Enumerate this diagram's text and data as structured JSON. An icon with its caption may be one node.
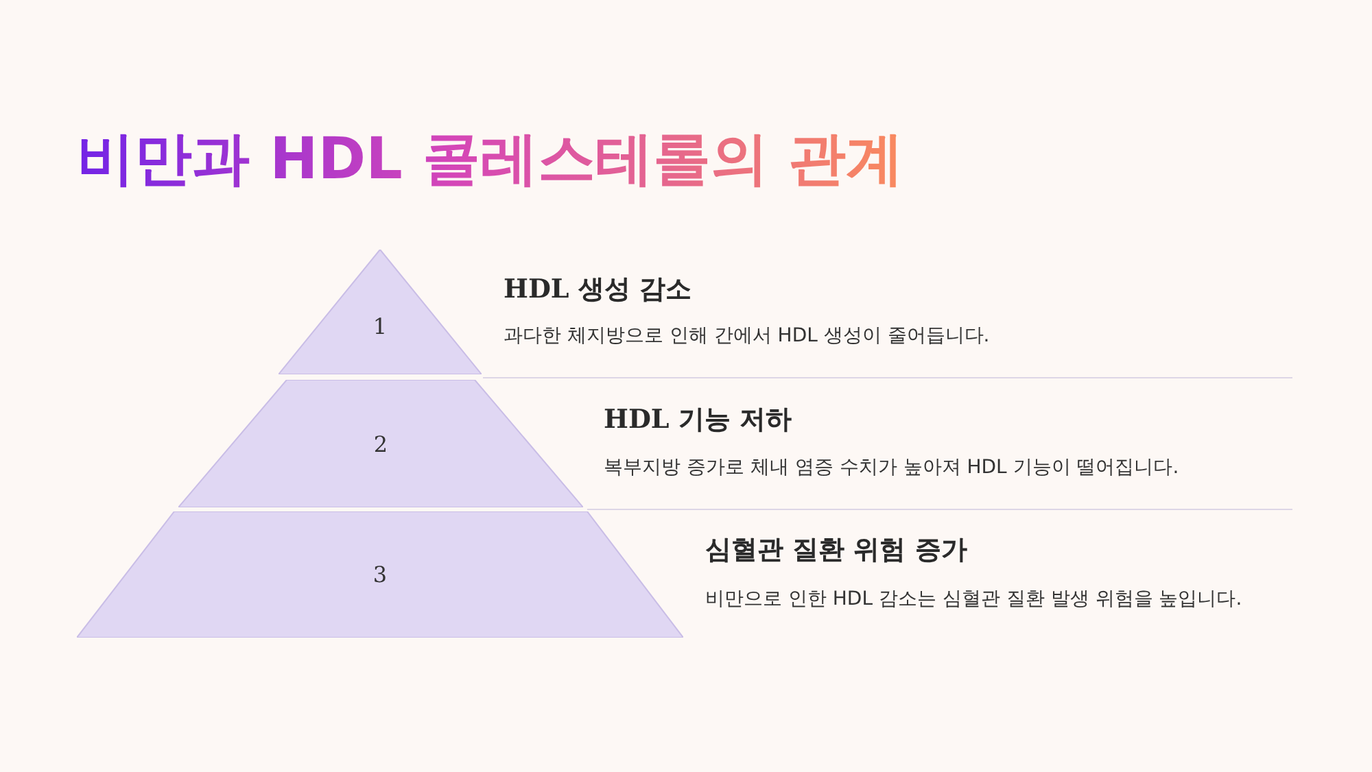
{
  "diagram": {
    "title": "비만과 HDL 콜레스테롤의 관계",
    "nodes": [
      {
        "text": [
          "1"
        ],
        "beside": [
          "HDL 생성 감소",
          "과다한 체지방으로 인해 간에서 HDL 생성이 줄어듭니다."
        ]
      },
      {
        "text": [
          "2"
        ],
        "beside": [
          "HDL 기능 저하",
          "복부지방 증가로 체내 염증 수치가 높아져 HDL 기능이 떨어집니다."
        ]
      },
      {
        "text": [
          "3"
        ],
        "beside": [
          "심혈관 질환 위험 증가",
          "비만으로 인한 HDL 감소는 심혈관 질환 발생 위험을 높입니다."
        ]
      }
    ],
    "edges": []
  }
}
